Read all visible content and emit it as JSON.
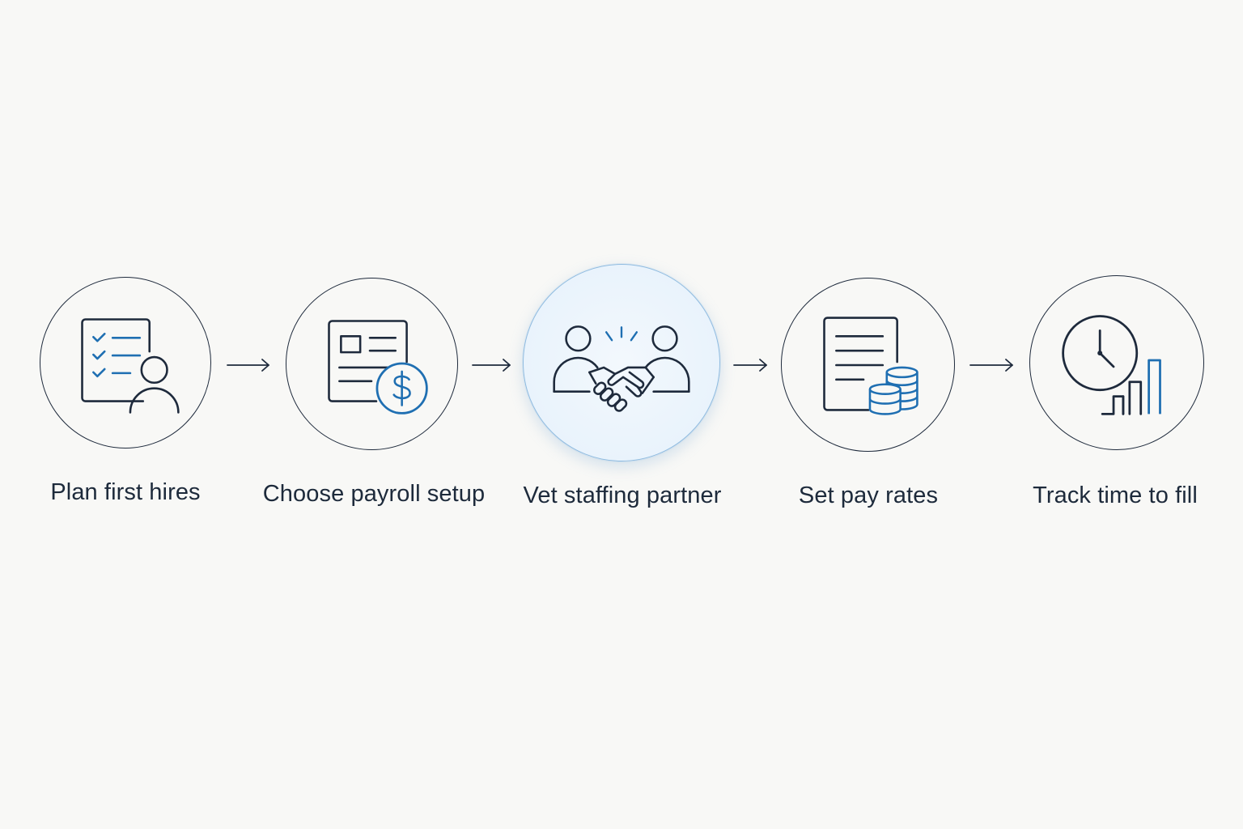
{
  "steps": [
    {
      "label": "Plan first hires",
      "icon": "checklist-person-icon"
    },
    {
      "label": "Choose payroll setup",
      "icon": "document-dollar-icon"
    },
    {
      "label": "Vet staffing partner",
      "icon": "handshake-people-icon",
      "highlighted": true
    },
    {
      "label": "Set pay rates",
      "icon": "document-coins-icon"
    },
    {
      "label": "Track time to fill",
      "icon": "clock-bar-chart-icon"
    }
  ],
  "colors": {
    "background": "#f8f8f6",
    "line": "#1e2a3c",
    "accent": "#1f6fb2",
    "highlight_fill": "#e9f3fc",
    "highlight_border": "#8fbbe0",
    "label_text": "#1d2a3b"
  }
}
